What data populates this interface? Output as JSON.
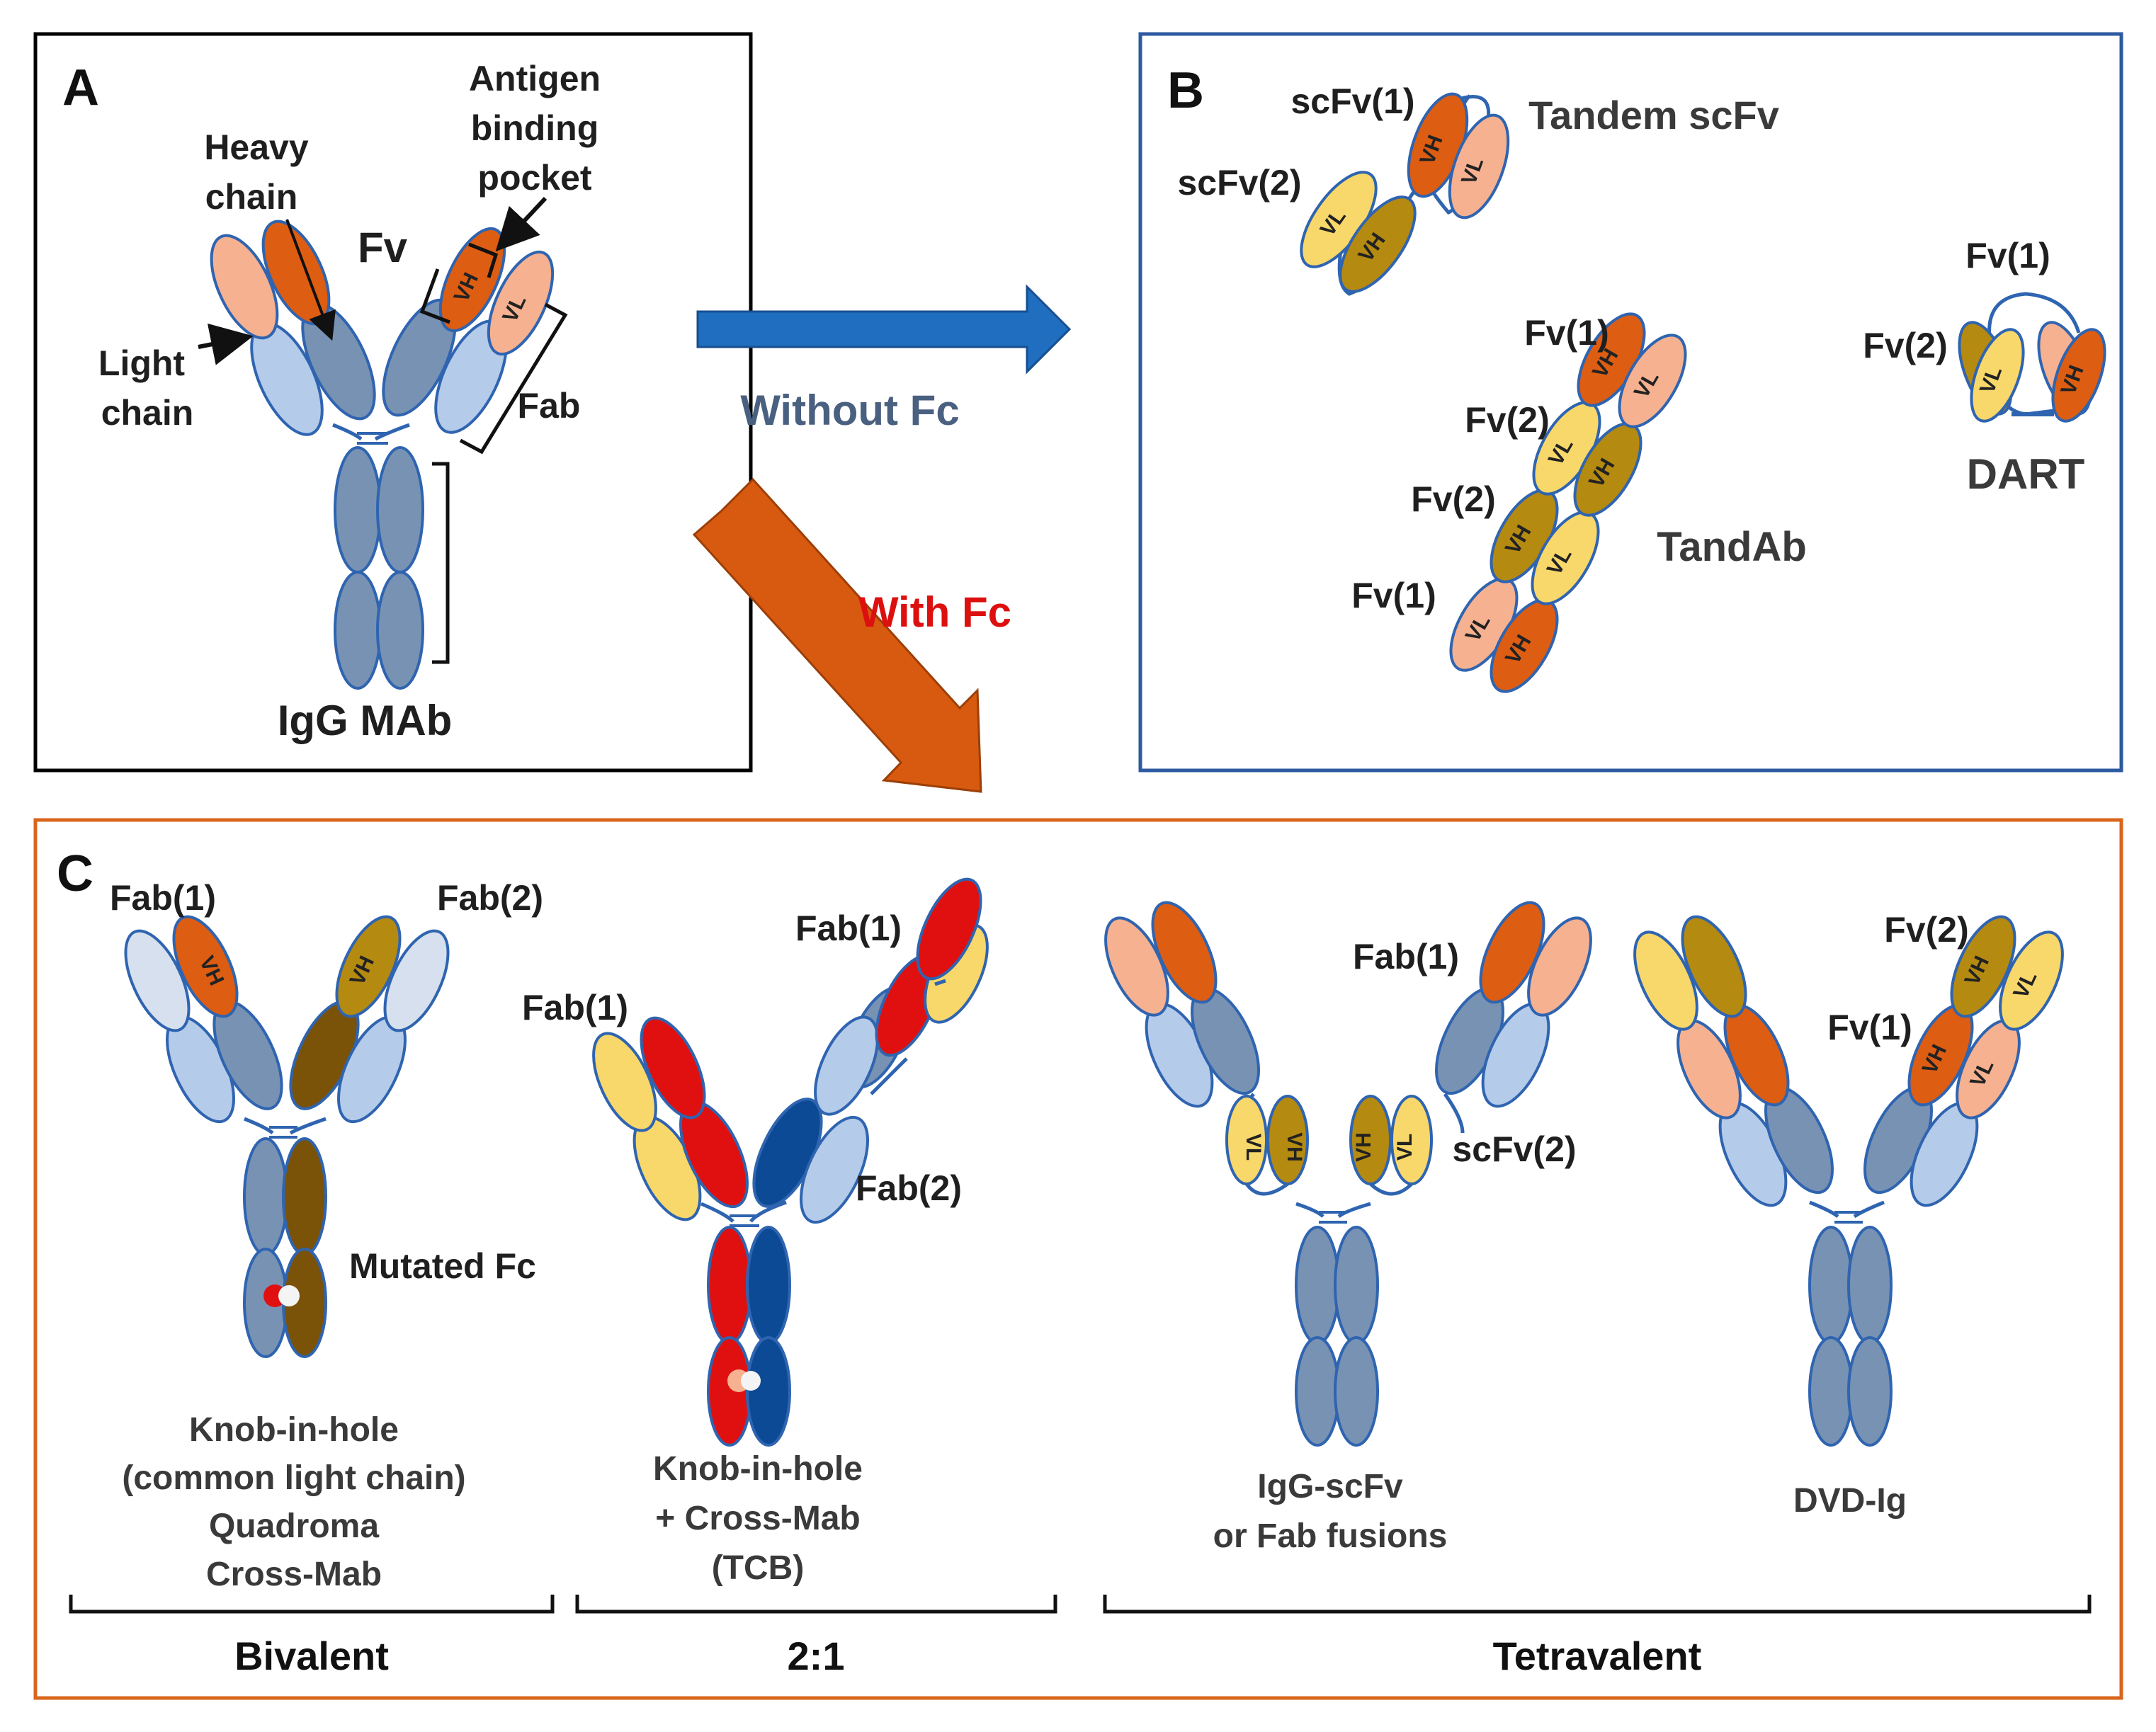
{
  "colors": {
    "heavy_chain": "#7892b4",
    "light_chain": "#b5cbea",
    "vh_orange": "#dd5d12",
    "vl_peach": "#f6b191",
    "vh_gold": "#b58a10",
    "vl_yellow": "#f8d86a",
    "olive": "#7a5208",
    "red": "#e01010",
    "navy": "#0c4a96",
    "light_grey_chain": "#d7e0ee",
    "panel_a_border": "#000000",
    "panel_b_border": "#2d5aa0",
    "panel_c_border": "#d9661c",
    "arrow_without": "#1f6ec0",
    "arrow_with": "#d85a10",
    "text_without": "#4a6080",
    "text_with": "#dd1010"
  },
  "panel_a": {
    "letter": "A",
    "antigen_pocket": [
      "Antigen",
      "binding",
      "pocket"
    ],
    "heavy_chain": [
      "Heavy",
      "chain"
    ],
    "fv": "Fv",
    "light_chain": [
      "Light",
      "chain"
    ],
    "fab": "Fab",
    "title": "IgG MAb"
  },
  "arrows": {
    "without_fc": "Without Fc",
    "with_fc": "With Fc"
  },
  "panel_b": {
    "letter": "B",
    "tandem_scfv": "Tandem scFv",
    "scfv1": "scFv(1)",
    "scfv2": "scFv(2)",
    "tandab": "TandAb",
    "tandab_fv1_top": "Fv(1)",
    "tandab_fv2_a": "Fv(2)",
    "tandab_fv2_b": "Fv(2)",
    "tandab_fv1_bottom": "Fv(1)",
    "dart": "DART",
    "dart_fv1": "Fv(1)",
    "dart_fv2": "Fv(2)"
  },
  "domains": {
    "vh": "VH",
    "vl": "VL"
  },
  "panel_c": {
    "letter": "C",
    "kih": {
      "fab1": "Fab(1)",
      "fab2": "Fab(2)",
      "mutated_fc": "Mutated Fc",
      "caption": [
        "Knob-in-hole",
        "(common light chain)",
        "Quadroma",
        "Cross-Mab"
      ]
    },
    "tcb": {
      "fab1_top": "Fab(1)",
      "fab1_left": "Fab(1)",
      "fab2": "Fab(2)",
      "caption": [
        "Knob-in-hole",
        "+ Cross-Mab",
        "(TCB)"
      ]
    },
    "igg_scfv": {
      "fab1": "Fab(1)",
      "scfv2": "scFv(2)",
      "caption": [
        "IgG-scFv",
        "or Fab fusions"
      ]
    },
    "dvd": {
      "fv2": "Fv(2)",
      "fv1": "Fv(1)",
      "caption": "DVD-Ig"
    },
    "groups": {
      "bivalent": "Bivalent",
      "ratio": "2:1",
      "tetravalent": "Tetravalent"
    }
  }
}
